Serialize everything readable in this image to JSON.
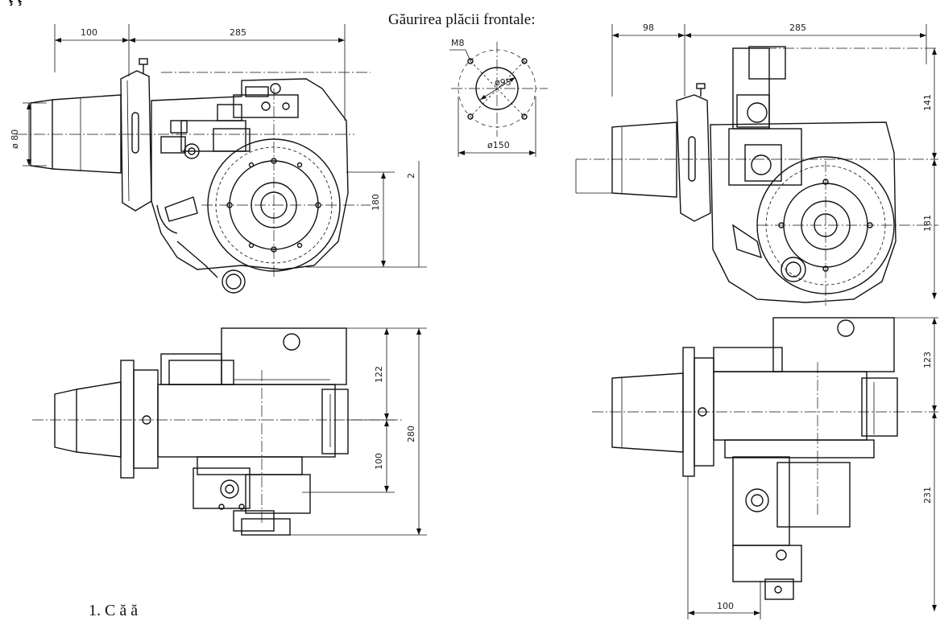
{
  "page": {
    "header_fragment": "ţ                  ţ",
    "front_plate_caption": "Găurirea plăcii frontale:",
    "footer_fragment": "1.   C          ă    ă"
  },
  "front_plate": {
    "thread_label": "M8",
    "inner_diameter": "ø95",
    "outer_diameter": "ø150"
  },
  "left_side_view": {
    "dim_top_left": "100",
    "dim_top_right": "285",
    "dim_nozzle_diameter": "ø 80",
    "dim_height_lower": "180",
    "dim_small": "2"
  },
  "left_top_view": {
    "dim_upper": "122",
    "dim_lower": "100",
    "dim_total": "280"
  },
  "right_side_view": {
    "dim_top_left": "98",
    "dim_top_right": "285",
    "dim_height_upper": "141",
    "dim_height_lower": "181"
  },
  "right_top_view": {
    "dim_upper": "123",
    "dim_lower": "231",
    "dim_bottom": "100"
  }
}
